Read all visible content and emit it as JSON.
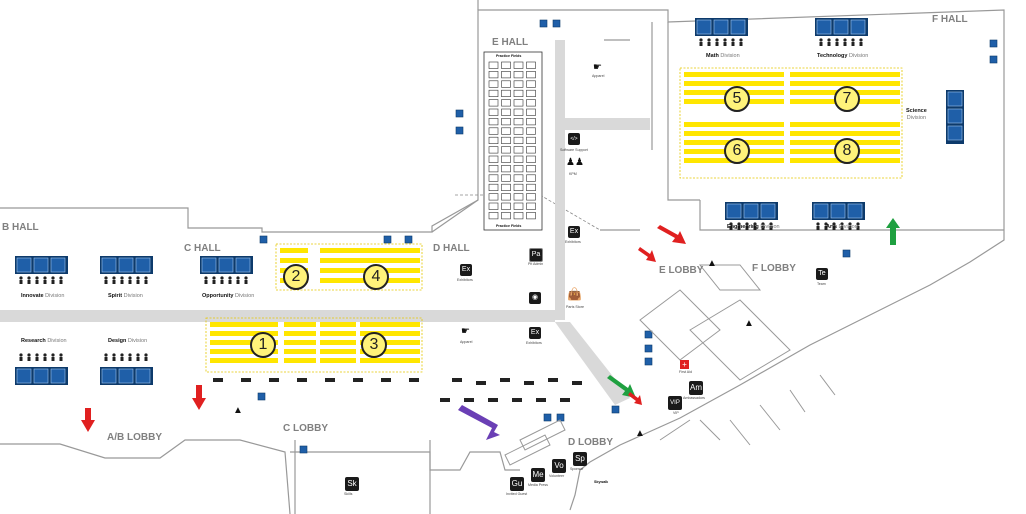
{
  "halls": {
    "b_hall": "B HALL",
    "c_hall": "C HALL",
    "d_hall": "D HALL",
    "e_hall": "E HALL",
    "f_hall": "F HALL"
  },
  "lobbies": {
    "ab_lobby": "A/B LOBBY",
    "c_lobby": "C LOBBY",
    "d_lobby": "D LOBBY",
    "e_lobby": "E LOBBY",
    "f_lobby": "F LOBBY"
  },
  "divisions": {
    "innovate": {
      "name": "Innovate",
      "suffix": "Division"
    },
    "spirit": {
      "name": "Spirit",
      "suffix": "Division"
    },
    "opportunity": {
      "name": "Opportunity",
      "suffix": "Division"
    },
    "research": {
      "name": "Research",
      "suffix": "Division"
    },
    "design": {
      "name": "Design",
      "suffix": "Division"
    },
    "math": {
      "name": "Math",
      "suffix": "Division"
    },
    "technology": {
      "name": "Technology",
      "suffix": "Division"
    },
    "science": {
      "name": "Science",
      "suffix": "Division"
    },
    "engineering": {
      "name": "Engineering",
      "suffix": "Division"
    },
    "arts": {
      "name": "Arts",
      "suffix": "Division"
    }
  },
  "zones": {
    "z1": "1",
    "z2": "2",
    "z3": "3",
    "z4": "4",
    "z5": "5",
    "z6": "6",
    "z7": "7",
    "z8": "8"
  },
  "practice_fields": {
    "top": "Practice Fields",
    "bottom": "Practice Fields"
  },
  "services": {
    "ex_d_hall": {
      "code": "Ex",
      "label": "Exhibitors"
    },
    "ex_e_hall": {
      "code": "Ex",
      "label": "Exhibitors"
    },
    "ex_d_lower": {
      "code": "Ex",
      "label": "Exhibitors"
    },
    "pa_pit_admin": {
      "code": "Pa",
      "label": "Pit Admin"
    },
    "software_support": {
      "code": "</>",
      "label": "Software Support"
    },
    "kpm": {
      "label": "KPM"
    },
    "apparel_top": {
      "label": "Apparel"
    },
    "apparel_d": {
      "label": "Apparel"
    },
    "parts_store": {
      "label": "Parts Store"
    },
    "te_team": {
      "code": "Te",
      "label": "Team"
    },
    "am_ambassadors": {
      "code": "Am",
      "label": "Ambassadors"
    },
    "vip": {
      "code": "VIP",
      "label": "VIP"
    },
    "first_aid": {
      "label": "First Aid"
    },
    "sk_skills": {
      "code": "Sk",
      "label": "Skills"
    },
    "gu_guest": {
      "code": "Gu",
      "label": "Invited Guest"
    },
    "me_media": {
      "code": "Me",
      "label": "Media Press"
    },
    "vo_volunteer": {
      "code": "Vo",
      "label": "Volunteer"
    },
    "sp_sponsor": {
      "code": "Sp",
      "label": "Sponsor"
    },
    "skywalk": {
      "label": "Skywalk"
    }
  },
  "colors": {
    "field_yellow": "#ffe600",
    "zone_yellow": "#fff37a",
    "floor_gray": "#d9d9d9",
    "wall_gray": "#999999",
    "division_blue": "#1f5fa8",
    "exit_red": "#e02020",
    "entry_green": "#1fa040",
    "info_purple": "#6a3fb5",
    "hall_label_gray": "#808080"
  }
}
